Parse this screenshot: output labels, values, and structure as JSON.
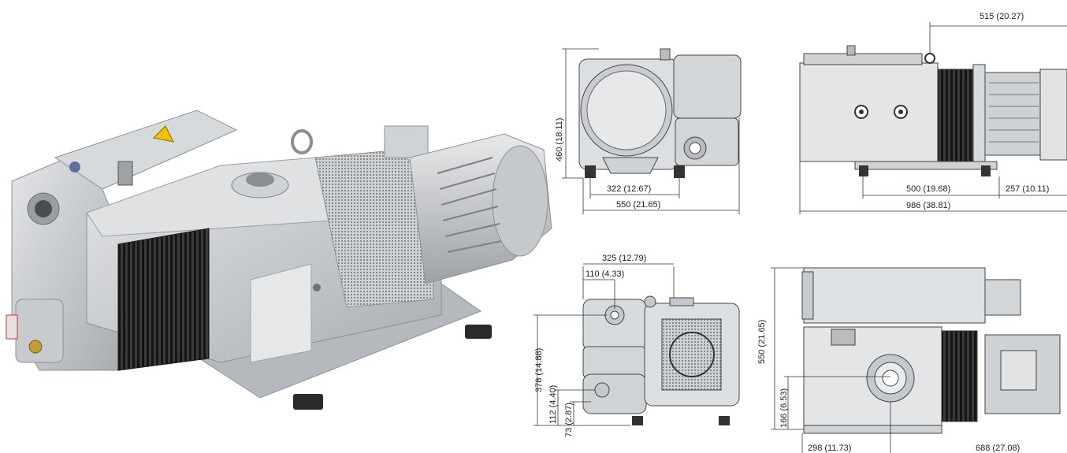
{
  "figure": {
    "alt": "vacuum pump product photo with dimension drawings",
    "colors": {
      "metal_light": "#d9dcdf",
      "metal_mid": "#b9bdc1",
      "metal_dark": "#8c9095",
      "grille": "#2a2a2a",
      "accent_blue": "#5d6f9a",
      "warning_yellow": "#f2c200",
      "dim_line": "#333333"
    }
  },
  "views": {
    "front": {
      "height_label": "460 (18.11)",
      "foot_span_label": "322 (12.67)",
      "width_label": "550 (21.65)"
    },
    "side": {
      "eyebolt_label": "515 (20.27)",
      "base_span_label": "500 (19.68)",
      "motor_overhang_label": "257 (10.11)",
      "length_label": "986 (38.81)"
    },
    "rear": {
      "outlet_offset_label": "325 (12.79)",
      "port_offset_label": "110 (4.33)",
      "height_label": "378 (14.88)",
      "lower_port_label": "112 (4.40)",
      "drain_label": "73 (2.87)"
    },
    "top": {
      "depth_label": "550 (21.65)",
      "port_height_label": "166 (6.53)",
      "port_x_label": "298 (11.73)",
      "motor_x_label": "688 (27.08)"
    }
  }
}
